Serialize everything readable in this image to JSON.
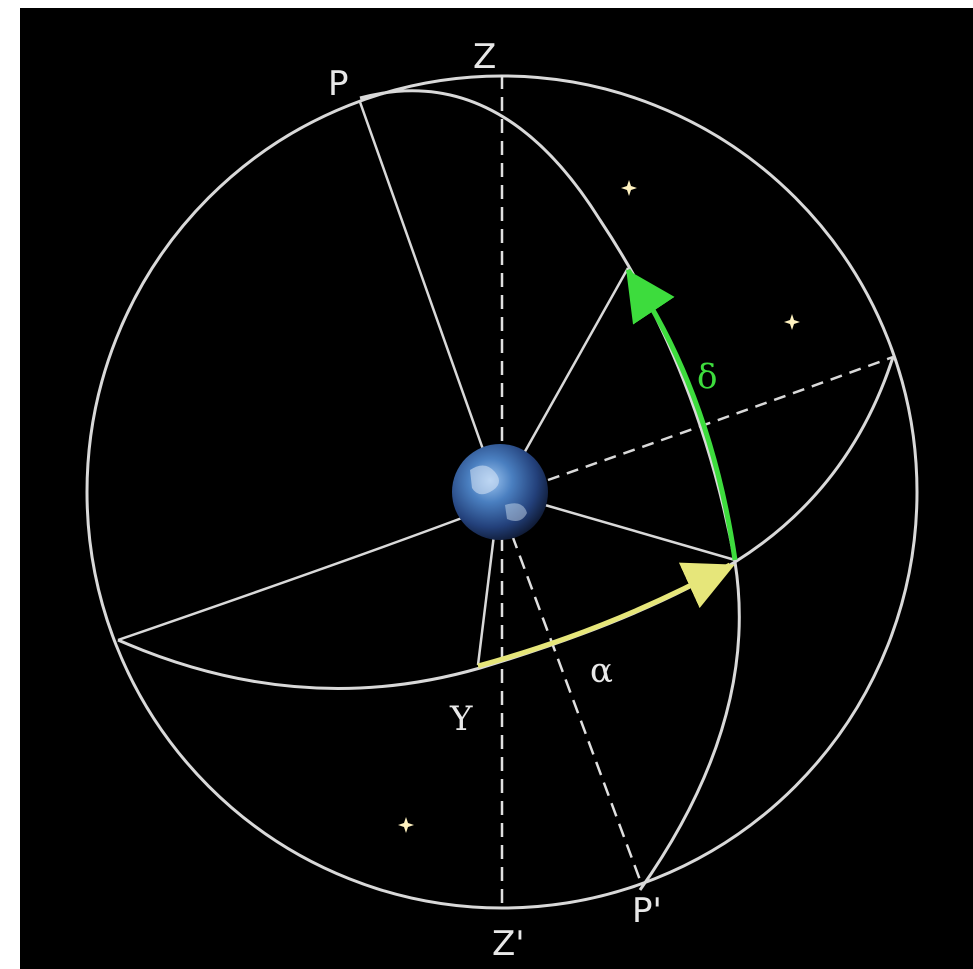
{
  "diagram": {
    "labels": {
      "zenith": "Z",
      "nadir": "Z'",
      "celestial_pole": "P",
      "opposite_pole": "P'",
      "vernal_equinox": "Υ",
      "declination_symbol": "δ",
      "right_ascension_symbol": "α"
    },
    "colors": {
      "background": "#000000",
      "lines": "#d9d9d9",
      "declination_arc": "#3ddc3d",
      "right_ascension_arc": "#e6e67a",
      "star": "#fff2c0",
      "earth": "#3a6fb0"
    }
  }
}
